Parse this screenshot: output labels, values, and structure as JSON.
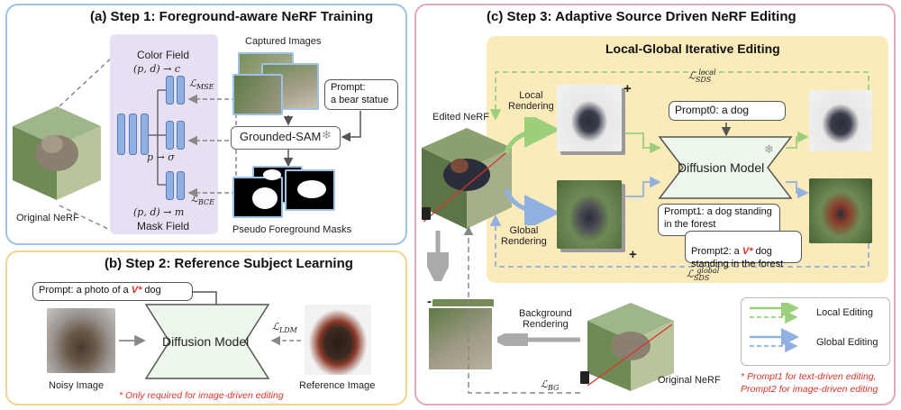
{
  "step1": {
    "title": "(a) Step 1: Foreground-aware NeRF Training",
    "color_field": "Color Field",
    "color_eq": "(p, d) → c",
    "sigma_eq": "p → σ",
    "mask_eq": "(p, d) → m",
    "mask_field": "Mask Field",
    "captured_images": "Captured Images",
    "prompt_label": "Prompt:",
    "prompt_text": "a bear statue",
    "grounded_sam": "Grounded-SAM",
    "pseudo_masks": "Pseudo Foreground Masks",
    "original_nerf": "Original NeRF",
    "loss_mse": "L_MSE",
    "loss_bce": "L_BCE"
  },
  "step2": {
    "title": "(b) Step 2: Reference Subject Learning",
    "prompt_prefix": "Prompt: a photo of a ",
    "prompt_token": "V*",
    "prompt_suffix": " dog",
    "diffusion": "Diffusion Model",
    "noisy_image": "Noisy Image",
    "reference_image": "Reference Image",
    "loss_ldm": "L_LDM",
    "note": "* Only required for image-driven editing"
  },
  "step3": {
    "title": "(c) Step 3: Adaptive Source Driven NeRF Editing",
    "inner_title": "Local-Global Iterative Editing",
    "edited_nerf": "Edited NeRF",
    "local_rendering": "Local\nRendering",
    "global_rendering": "Global\nRendering",
    "prompt0": "Prompt0: a dog",
    "diffusion": "Diffusion Model",
    "prompt1": "Prompt1: a dog standing\nin the forest",
    "prompt2_prefix": "Prompt2: a ",
    "prompt2_token": "V*",
    "prompt2_suffix": " dog\nstanding in the forest",
    "sds_local": "L_SDS^local",
    "sds_global": "L_SDS^global",
    "background_rendering": "Background\nRendering",
    "loss_bg": "L_BG",
    "original_nerf": "Original NeRF",
    "legend_local": "Local Editing",
    "legend_global": "Global Editing",
    "note1": "* Prompt1 for text-driven editing,",
    "note2": "Prompt2 for image-driven editing",
    "plus": "+",
    "minus": "-"
  },
  "colors": {
    "panel_a_border": "#9cc3e6",
    "panel_b_border": "#f2d58a",
    "panel_c_border": "#e6a8b8",
    "field_bg": "#e7dff2",
    "inner_bg": "#fbeaba",
    "diffusion_fill": "#eef7ec",
    "local_green": "#9ccf7c",
    "global_blue": "#8fb0e0",
    "note_red": "#d9342b"
  }
}
